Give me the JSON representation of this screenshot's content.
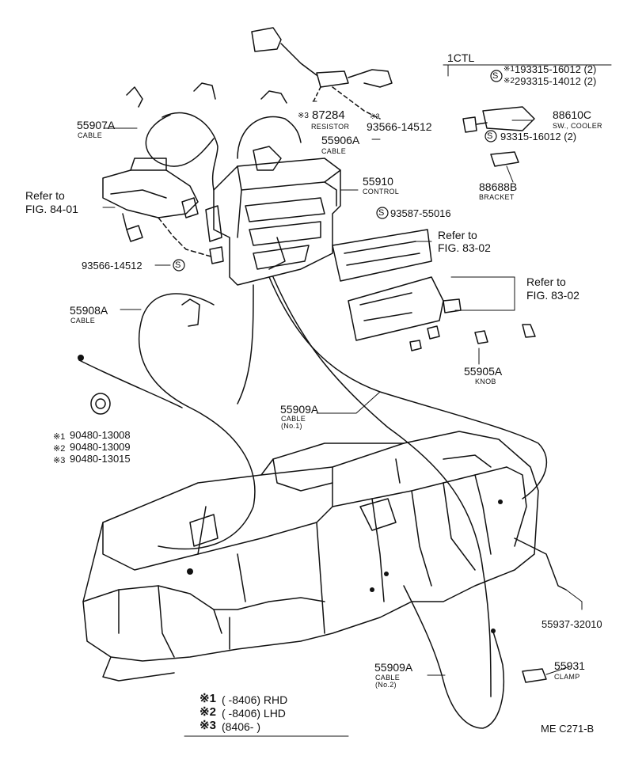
{
  "group_header": "1CTL",
  "parts": {
    "p55907A": {
      "number": "55907A",
      "name": "CABLE"
    },
    "p87284": {
      "number": "87284",
      "name": "RESISTOR",
      "mark": "※3"
    },
    "p93566_top": {
      "number": "93566-14512",
      "mark": "※3"
    },
    "p55906A": {
      "number": "55906A",
      "name": "CABLE"
    },
    "p55910": {
      "number": "55910",
      "name": "CONTROL"
    },
    "p193315": {
      "number": "193315-16012 (2)",
      "mark": "※1"
    },
    "p293315": {
      "number": "293315-14012 (2)",
      "mark": "※2"
    },
    "p88610C": {
      "number": "88610C",
      "name": "SW., COOLER"
    },
    "p93315": {
      "number": "93315-16012 (2)"
    },
    "p88688B": {
      "number": "88688B",
      "name": "BRACKET"
    },
    "p93587": {
      "number": "93587-55016"
    },
    "p93566_left": {
      "number": "93566-14512"
    },
    "p55908A": {
      "number": "55908A",
      "name": "CABLE"
    },
    "p55905A": {
      "number": "55905A",
      "name": "KNOB"
    },
    "p55909A_1": {
      "number": "55909A",
      "name": "CABLE",
      "sub": "(No.1)"
    },
    "p55909A_2": {
      "number": "55909A",
      "name": "CABLE",
      "sub": "(No.2)"
    },
    "p55937": {
      "number": "55937-32010"
    },
    "p55931": {
      "number": "55931",
      "name": "CLAMP"
    }
  },
  "refs": {
    "fig84_line1": "Refer to",
    "fig84_line2": "FIG. 84-01",
    "fig83a_line1": "Refer to",
    "fig83a_line2": "FIG. 83-02",
    "fig83b_line1": "Refer to",
    "fig83b_line2": "FIG. 83-02"
  },
  "variants": [
    {
      "mark": "※1",
      "text": "90480-13008"
    },
    {
      "mark": "※2",
      "text": "90480-13009"
    },
    {
      "mark": "※3",
      "text": "90480-13015"
    }
  ],
  "legend": [
    {
      "mark": "※1",
      "text": "(      -8406) RHD"
    },
    {
      "mark": "※2",
      "text": "(      -8406) LHD"
    },
    {
      "mark": "※3",
      "text": "(8406-          )"
    }
  ],
  "screw_symbol": "S",
  "figure_code": "ME C271-B"
}
